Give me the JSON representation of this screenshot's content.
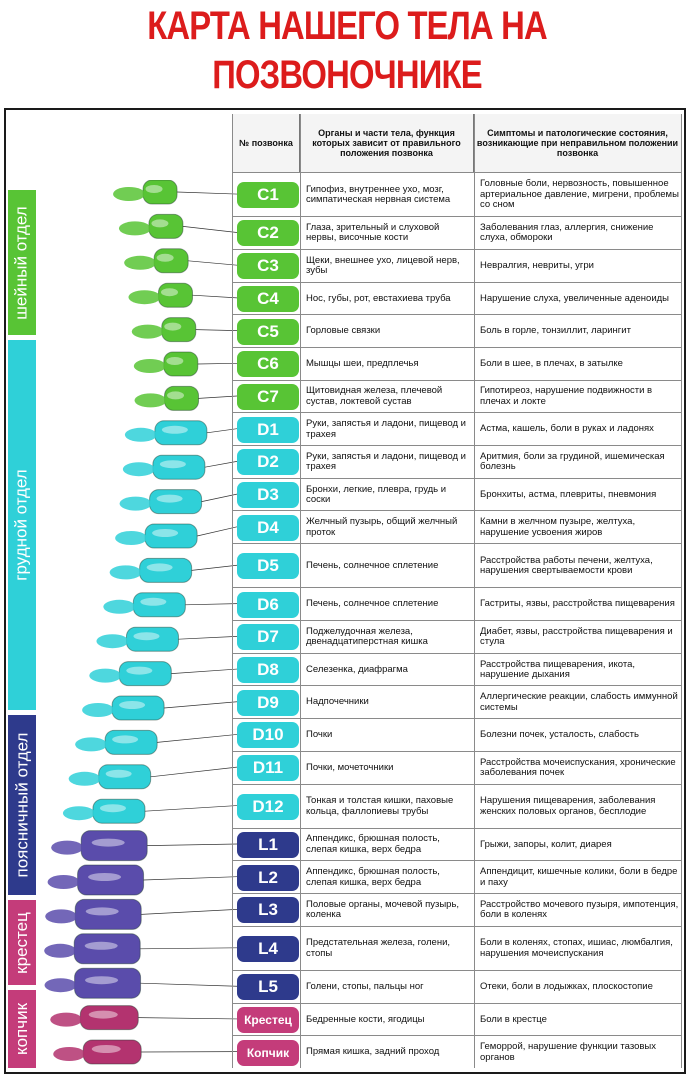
{
  "title": {
    "line1": "КАРТА НАШЕГО ТЕЛА НА",
    "line2": "ПОЗВОНОЧНИКЕ"
  },
  "colors": {
    "title": "#dc1c1c",
    "cervical": "#58c435",
    "thoracic": "#2fd0d8",
    "lumbar": "#2e3a8c",
    "sacrum": "#c43c7a",
    "coccyx": "#c43c7a"
  },
  "sections": [
    {
      "key": "cervical",
      "label": "шейный отдел"
    },
    {
      "key": "thoracic",
      "label": "грудной отдел"
    },
    {
      "key": "lumbar",
      "label": "поясничный отдел"
    },
    {
      "key": "sacrum",
      "label": "крестец"
    },
    {
      "key": "coccyx",
      "label": "копчик"
    }
  ],
  "headers": {
    "num": "№ позвонка",
    "organs": "Органы и части тела, функция которых зависит от правильного положения позвонка",
    "symptoms": "Симптомы и патологические состояния, возникающие при неправильном положении позвонка"
  },
  "rows": [
    {
      "id": "C1",
      "group": "cervical",
      "organs": "Гипофиз, внутреннее ухо, мозг, симпатическая нервная система",
      "symptoms": "Головные боли, нервозность, повышенное артериальное давление, мигрени, проблемы со сном"
    },
    {
      "id": "C2",
      "group": "cervical",
      "organs": "Глаза, зрительный и слуховой нервы, височные кости",
      "symptoms": "Заболевания глаз, аллергия, снижение слуха, обмороки"
    },
    {
      "id": "C3",
      "group": "cervical",
      "organs": "Щеки, внешнее ухо, лицевой нерв, зубы",
      "symptoms": "Невралгия, невриты, угри"
    },
    {
      "id": "C4",
      "group": "cervical",
      "organs": "Нос, губы, рот, евстахиева труба",
      "symptoms": "Нарушение слуха, увеличенные аденоиды"
    },
    {
      "id": "C5",
      "group": "cervical",
      "organs": "Горловые связки",
      "symptoms": "Боль в горле, тонзиллит, ларингит"
    },
    {
      "id": "C6",
      "group": "cervical",
      "organs": "Мышцы шеи, предплечья",
      "symptoms": "Боли в шее, в плечах, в затылке"
    },
    {
      "id": "C7",
      "group": "cervical",
      "organs": "Щитовидная железа, плечевой сустав, локтевой сустав",
      "symptoms": "Гипотиреоз, нарушение подвижности в плечах и локте"
    },
    {
      "id": "D1",
      "group": "thoracic",
      "organs": "Руки, запястья и ладони, пищевод и трахея",
      "symptoms": "Астма, кашель, боли в руках и ладонях"
    },
    {
      "id": "D2",
      "group": "thoracic",
      "organs": "Руки, запястья и ладони, пищевод и трахея",
      "symptoms": "Аритмия, боли за грудиной, ишемическая болезнь"
    },
    {
      "id": "D3",
      "group": "thoracic",
      "organs": "Бронхи, легкие, плевра, грудь и соски",
      "symptoms": "Бронхиты, астма, плевриты, пневмония"
    },
    {
      "id": "D4",
      "group": "thoracic",
      "organs": "Желчный пузырь, общий желчный проток",
      "symptoms": "Камни в желчном пузыре, желтуха, нарушение усвоения жиров"
    },
    {
      "id": "D5",
      "group": "thoracic",
      "organs": "Печень, солнечное сплетение",
      "symptoms": "Расстройства работы печени, желтуха, нарушения свертываемости крови"
    },
    {
      "id": "D6",
      "group": "thoracic",
      "organs": "Печень, солнечное сплетение",
      "symptoms": "Гастриты, язвы, расстройства пищеварения"
    },
    {
      "id": "D7",
      "group": "thoracic",
      "organs": "Поджелудочная железа, двенадцатиперстная кишка",
      "symptoms": "Диабет, язвы, расстройства пищеварения и стула"
    },
    {
      "id": "D8",
      "group": "thoracic",
      "organs": "Селезенка, диафрагма",
      "symptoms": "Расстройства пищеварения, икота, нарушение дыхания"
    },
    {
      "id": "D9",
      "group": "thoracic",
      "organs": "Надпочечники",
      "symptoms": "Аллергические реакции, слабость иммунной системы"
    },
    {
      "id": "D10",
      "group": "thoracic",
      "organs": "Почки",
      "symptoms": "Болезни почек, усталость, слабость"
    },
    {
      "id": "D11",
      "group": "thoracic",
      "organs": "Почки, мочеточники",
      "symptoms": "Расстройства мочеиспускания, хронические заболевания почек"
    },
    {
      "id": "D12",
      "group": "thoracic",
      "organs": "Тонкая и толстая кишки, паховые кольца, фаллопиевы трубы",
      "symptoms": "Нарушения пищеварения, заболевания женских половых органов, бесплодие"
    },
    {
      "id": "L1",
      "group": "lumbar",
      "organs": "Аппендикс, брюшная полость, слепая кишка, верх бедра",
      "symptoms": "Грыжи, запоры, колит, диарея"
    },
    {
      "id": "L2",
      "group": "lumbar",
      "organs": "Аппендикс, брюшная полость, слепая кишка, верх бедра",
      "symptoms": "Аппендицит, кишечные колики, боли в бедре и паху"
    },
    {
      "id": "L3",
      "group": "lumbar",
      "organs": "Половые органы, мочевой пузырь, коленка",
      "symptoms": "Расстройство мочевого пузыря, импотенция, боли в коленях"
    },
    {
      "id": "L4",
      "group": "lumbar",
      "organs": "Предстательная железа, голени, стопы",
      "symptoms": "Боли в коленях, стопах, ишиас, люмбалгия, нарушения мочеиспускания"
    },
    {
      "id": "L5",
      "group": "lumbar",
      "organs": "Голени, стопы, пальцы ног",
      "symptoms": "Отеки, боли в лодыжках, плоскостопие"
    },
    {
      "id": "Крестец",
      "group": "sacrum",
      "organs": "Бедренные кости, ягодицы",
      "symptoms": "Боли в крестце"
    },
    {
      "id": "Копчик",
      "group": "coccyx",
      "organs": "Прямая кишка, задний проход",
      "symptoms": "Геморрой, нарушение функции тазовых органов"
    }
  ]
}
